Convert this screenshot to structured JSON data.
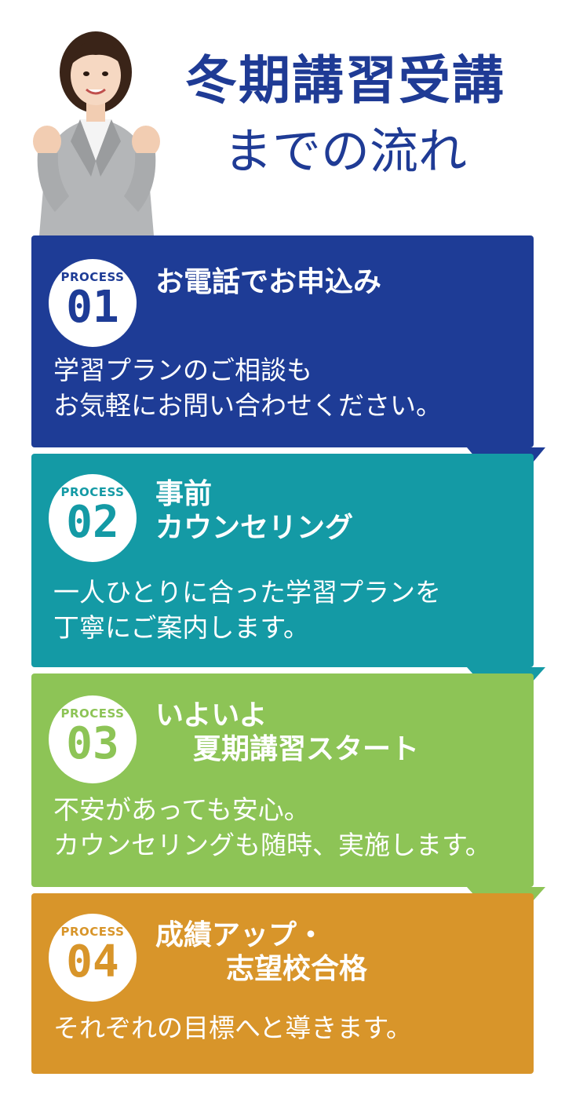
{
  "header": {
    "title_line1": "冬期講習受講",
    "title_line2": "までの流れ"
  },
  "steps": [
    {
      "process_label": "PROCESS",
      "number": "01",
      "heading": [
        "お電話でお申込み"
      ],
      "body": [
        "学習プランのご相談も",
        "お気軽にお問い合わせください。"
      ],
      "color": "#1e3c96"
    },
    {
      "process_label": "PROCESS",
      "number": "02",
      "heading": [
        "事前",
        "カウンセリング"
      ],
      "body": [
        "一人ひとりに合った学習プランを",
        "丁寧にご案内します。"
      ],
      "color": "#149aa5"
    },
    {
      "process_label": "PROCESS",
      "number": "03",
      "heading": [
        "いよいよ",
        "夏期講習スタート"
      ],
      "body": [
        "不安があっても安心。",
        "カウンセリングも随時、実施します。"
      ],
      "color": "#8dc456"
    },
    {
      "process_label": "PROCESS",
      "number": "04",
      "heading": [
        "成績アップ・",
        "志望校合格"
      ],
      "body": [
        "それぞれの目標へと導きます。"
      ],
      "color": "#d8952a"
    }
  ]
}
